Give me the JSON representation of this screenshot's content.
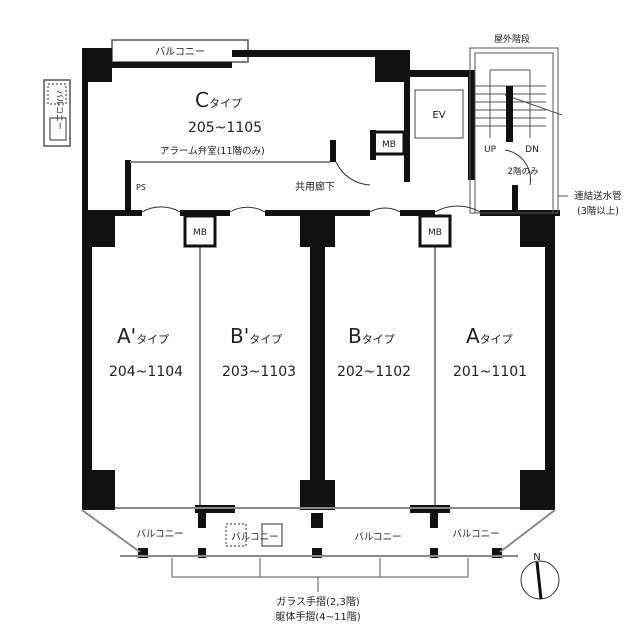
{
  "units": [
    {
      "type": "C",
      "type_suffix": "タイプ",
      "rooms": "205~1105"
    },
    {
      "type": "A'",
      "type_suffix": "タイプ",
      "rooms": "204~1104"
    },
    {
      "type": "B'",
      "type_suffix": "タイプ",
      "rooms": "203~1103"
    },
    {
      "type": "B",
      "type_suffix": "タイプ",
      "rooms": "202~1102"
    },
    {
      "type": "A",
      "type_suffix": "タイプ",
      "rooms": "201~1101"
    }
  ],
  "labels": {
    "balcony": "バルコニー",
    "alarm_valve_room": "アラーム弁室(11階のみ)",
    "ps": "PS",
    "corridor": "共用廊下",
    "mb": "MB",
    "ev": "EV",
    "up": "UP",
    "dn": "DN",
    "second_floor_only": "2階のみ",
    "outdoor_stairs": "屋外階段",
    "standpipe": "連結送水管",
    "standpipe_note": "(3階以上)",
    "glass_rail": "ガラス手摺(2,3階)",
    "concrete_rail": "躯体手摺(4~11階)",
    "north": "N"
  }
}
